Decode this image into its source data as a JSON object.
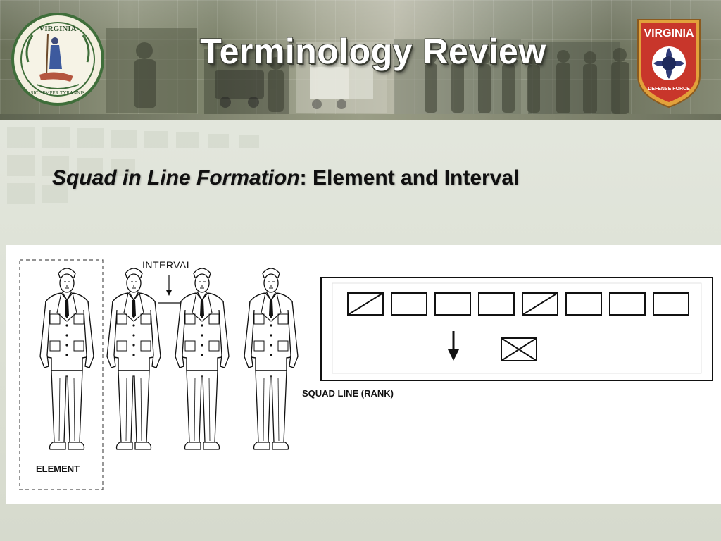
{
  "header": {
    "title": "Terminology Review",
    "left_emblem": "virginia-state-seal",
    "right_emblem": "virginia-defense-force-patch",
    "badge_text_top": "VIRGINIA",
    "badge_text_bottom": "DEFENSE FORCE"
  },
  "content": {
    "subtitle_italic": "Squad in Line Formation",
    "subtitle_rest": ": Element and Interval"
  },
  "figure": {
    "interval_label": "INTERVAL",
    "element_label": "ELEMENT",
    "squad_label": "SQUAD LINE (RANK)",
    "soldier_count": 4,
    "rank_box_count": 8
  },
  "colors": {
    "title_text": "#ffffff",
    "title_outline": "#3a3d33",
    "badge_red": "#c8362b",
    "seal_green": "#3f6e3a",
    "background": "#e1e5da"
  }
}
